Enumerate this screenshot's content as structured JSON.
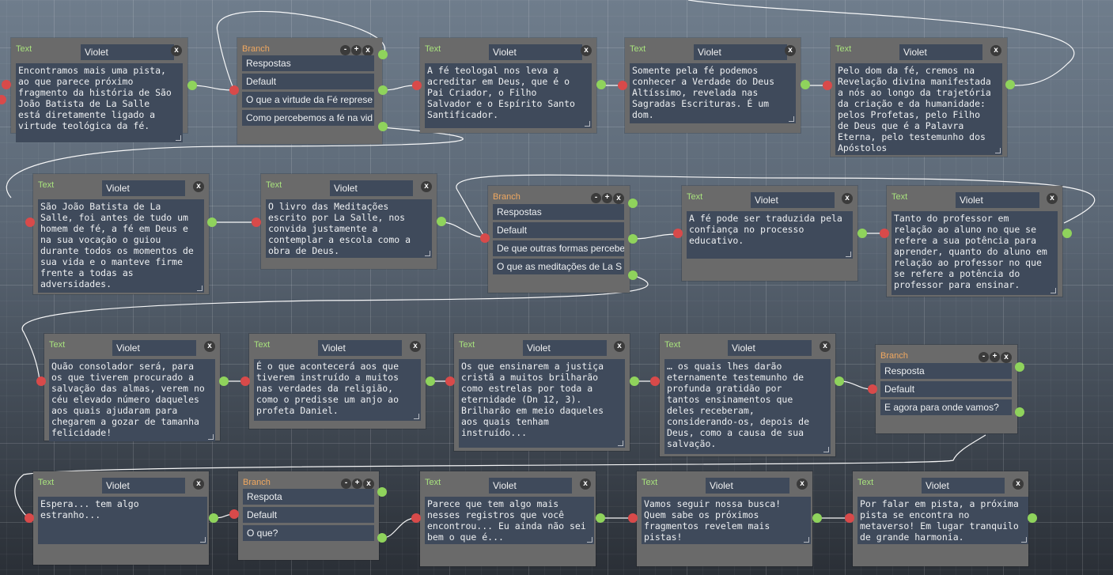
{
  "labels": {
    "text": "Text",
    "branch": "Branch",
    "speaker": "Violet",
    "close": "x",
    "minus": "-",
    "plus": "+"
  },
  "text_nodes": {
    "n1": "Encontramos mais uma pista,\nao que parece próximo\nfragmento da história de São\nJoão Batista de La Salle\nestá diretamente ligado a\nvirtude teológica da fé.",
    "n2": "A fé teologal nos leva a\nacreditar em Deus, que é o\nPai Criador, o Filho\nSalvador e o Espírito Santo\nSantificador.",
    "n3": "Somente pela fé podemos\nconhecer a Verdade do Deus\nAltíssimo, revelada nas\nSagradas Escrituras. É um\ndom.",
    "n4": "Pelo dom da fé, cremos na\nRevelação divina manifestada\na nós ao longo da trajetória\nda criação e da humanidade:\npelos Profetas, pelo Filho\nde Deus que é a Palavra\nEterna, pelo testemunho dos\nApóstolos",
    "n5": "São João Batista de La\nSalle, foi antes de tudo um\nhomem de fé, a fé em Deus e\nna sua vocação o guiou\ndurante todos os momentos de\nsua vida e o manteve firme\nfrente a todas as\nadversidades.",
    "n6": "O livro das Meditações\nescrito por La Salle, nos\nconvida justamente a\ncontemplar a escola como a\nobra de Deus.",
    "n7": "A fé pode ser traduzida pela\nconfiança no processo\neducativo.",
    "n8": "Tanto do professor em\nrelação ao aluno no que se\nrefere a sua potência para\naprender, quanto do aluno em\nrelação ao professor no que\nse refere a potência do\nprofessor para ensinar.",
    "n9": "Quão consolador será, para\nos que tiverem procurado a\nsalvação das almas, verem no\ncéu elevado número daqueles\naos quais ajudaram para\nchegarem a gozar de tamanha\nfelicidade!",
    "n10": "É o que acontecerá aos que\ntiverem instruído a muitos\nnas verdades da religião,\ncomo o predisse um anjo ao\nprofeta Daniel.",
    "n11": "Os que ensinarem a justiça\ncristã a muitos brilharão\ncomo estrelas por toda a\neternidade (Dn 12, 3).\nBrilharão em meio daqueles\naos quais tenham\ninstruído...",
    "n12": "… os quais lhes darão\neternamente testemunho de\nprofunda gratidão por\ntantos ensinamentos que\ndeles receberam,\nconsiderando-os, depois de\nDeus, como a causa de sua\nsalvação.",
    "n13": "Espera... tem algo\nestranho...",
    "n14": "Parece que tem algo mais\nnesses registros que você\nencontrou... Eu ainda não sei\nbem o que é...",
    "n15": "Vamos seguir nossa busca!\nQuem sabe os próximos\nfragmentos revelem mais\npistas!",
    "n16": "Por falar em pista, a próxima\npista se encontra no\nmetaverso! Em lugar tranquilo\nde grande harmonia."
  },
  "branch_nodes": {
    "b1": [
      "Respostas",
      "Default",
      "O que a virtude da Fé represe",
      "Como percebemos a fé na vid"
    ],
    "b2": [
      "Respostas",
      "Default",
      "De que outras formas percebe",
      "O que as meditações de La S"
    ],
    "b3": [
      "Resposta",
      "Default",
      "E agora para onde vamos?"
    ],
    "b4": [
      "Respota",
      "Default",
      "O que?"
    ]
  }
}
